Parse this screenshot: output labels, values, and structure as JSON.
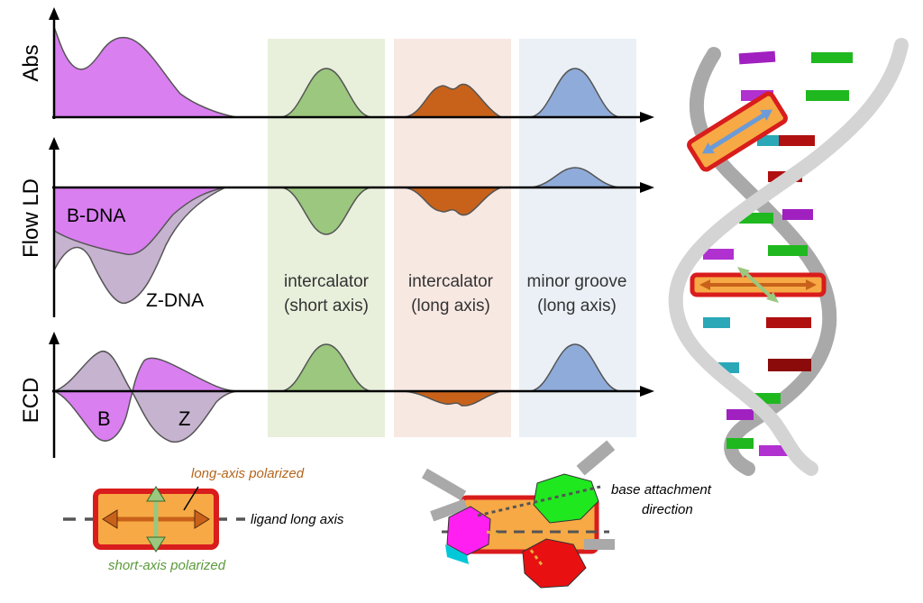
{
  "panels": {
    "abs": {
      "ylabel": "Abs"
    },
    "ld": {
      "ylabel": "Flow LD"
    },
    "ecd": {
      "ylabel": "ECD"
    }
  },
  "bands": [
    {
      "label_line1": "intercalator",
      "label_line2": "(short axis)",
      "color": "#e8f0dc",
      "peak_color": "#9bc77e"
    },
    {
      "label_line1": "intercalator",
      "label_line2": "(long axis)",
      "color": "#f7e8e2",
      "peak_color": "#c8621a"
    },
    {
      "label_line1": "minor groove",
      "label_line2": "(long axis)",
      "color": "#eaf0f6",
      "peak_color": "#8fabd9"
    }
  ],
  "dna_labels": {
    "b_dna": "B-DNA",
    "z_dna": "Z-DNA",
    "b": "B",
    "z": "Z"
  },
  "colors": {
    "dna_b": "#d97ff0",
    "dna_z": "#c6b3cf",
    "ligand_fill": "#f7a945",
    "ligand_border": "#d91c1c",
    "long_axis_arrow": "#c8621a",
    "short_axis_arrow": "#9bc77e",
    "transition_blue": "#6b9bd8"
  },
  "legend": {
    "long_axis_polarized": "long-axis polarized",
    "short_axis_polarized": "short-axis polarized",
    "ligand_long_axis": "ligand long axis",
    "base_attachment": "base attachment",
    "direction": "direction"
  }
}
